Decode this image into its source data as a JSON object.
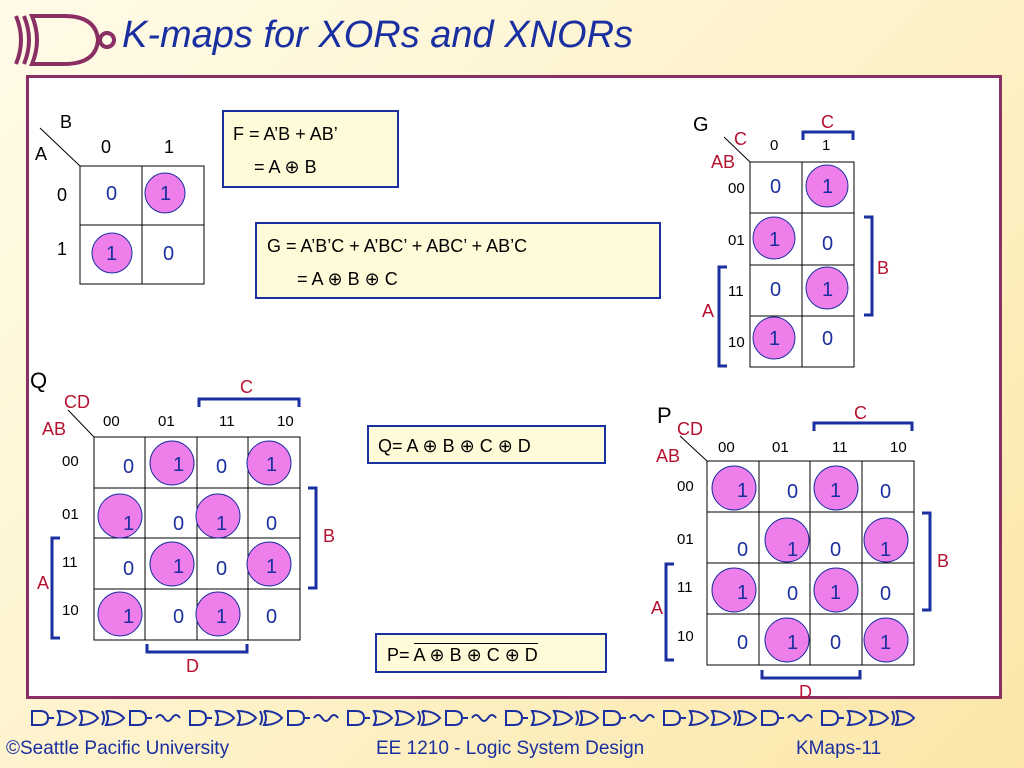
{
  "slide": {
    "title": "K-maps for XORs and XNORs",
    "footer": {
      "copyright": "©Seattle Pacific University",
      "course": "EE 1210 - Logic System Design",
      "slide_id": "KMaps-11"
    },
    "colors": {
      "title": "#1a2fa0",
      "frame": "#8a2f63",
      "highlight": "#ee7fea",
      "group": "#1a2fa0",
      "label": "#b4122e"
    }
  },
  "kmap_f": {
    "row_var": "A",
    "col_var": "B",
    "col_labels": [
      "0",
      "1"
    ],
    "row_labels": [
      "0",
      "1"
    ],
    "cells": [
      [
        "0",
        "1"
      ],
      [
        "1",
        "0"
      ]
    ],
    "highlighted": [
      [
        false,
        true
      ],
      [
        true,
        false
      ]
    ]
  },
  "eq_f": {
    "line1": "F = A’B + AB’",
    "line2": "= A ⊕ B"
  },
  "eq_g": {
    "line1": "G = A’B’C + A’BC’ + ABC’ + AB’C",
    "line2": "= A  ⊕  B  ⊕  C"
  },
  "kmap_g": {
    "name": "G",
    "row_var": "AB",
    "col_var": "C",
    "col_labels": [
      "0",
      "1"
    ],
    "row_labels": [
      "00",
      "01",
      "11",
      "10"
    ],
    "cells": [
      [
        "0",
        "1"
      ],
      [
        "1",
        "0"
      ],
      [
        "0",
        "1"
      ],
      [
        "1",
        "0"
      ]
    ],
    "highlighted": [
      [
        false,
        true
      ],
      [
        true,
        false
      ],
      [
        false,
        true
      ],
      [
        true,
        false
      ]
    ],
    "group_labels": {
      "col": "C",
      "right": "B",
      "left": "A"
    }
  },
  "kmap_q": {
    "name": "Q",
    "row_var": "AB",
    "col_var": "CD",
    "col_labels": [
      "00",
      "01",
      "11",
      "10"
    ],
    "row_labels": [
      "00",
      "01",
      "11",
      "10"
    ],
    "cells": [
      [
        "0",
        "1",
        "0",
        "1"
      ],
      [
        "1",
        "0",
        "1",
        "0"
      ],
      [
        "0",
        "1",
        "0",
        "1"
      ],
      [
        "1",
        "0",
        "1",
        "0"
      ]
    ],
    "highlighted": [
      [
        false,
        true,
        false,
        true
      ],
      [
        true,
        false,
        true,
        false
      ],
      [
        false,
        true,
        false,
        true
      ],
      [
        true,
        false,
        true,
        false
      ]
    ],
    "group_labels": {
      "top": "C",
      "right": "B",
      "left": "A",
      "bottom": "D"
    }
  },
  "eq_q": {
    "text": "Q= A ⊕ B ⊕ C ⊕ D"
  },
  "kmap_p": {
    "name": "P",
    "row_var": "AB",
    "col_var": "CD",
    "col_labels": [
      "00",
      "01",
      "11",
      "10"
    ],
    "row_labels": [
      "00",
      "01",
      "11",
      "10"
    ],
    "cells": [
      [
        "1",
        "0",
        "1",
        "0"
      ],
      [
        "0",
        "1",
        "0",
        "1"
      ],
      [
        "1",
        "0",
        "1",
        "0"
      ],
      [
        "0",
        "1",
        "0",
        "1"
      ]
    ],
    "highlighted": [
      [
        true,
        false,
        true,
        false
      ],
      [
        false,
        true,
        false,
        true
      ],
      [
        true,
        false,
        true,
        false
      ],
      [
        false,
        true,
        false,
        true
      ]
    ],
    "group_labels": {
      "top": "C",
      "right": "B",
      "left": "A",
      "bottom": "D"
    }
  },
  "eq_p": {
    "prefix": "P= ",
    "overbar_text": "A ⊕ B ⊕ C ⊕ D"
  }
}
